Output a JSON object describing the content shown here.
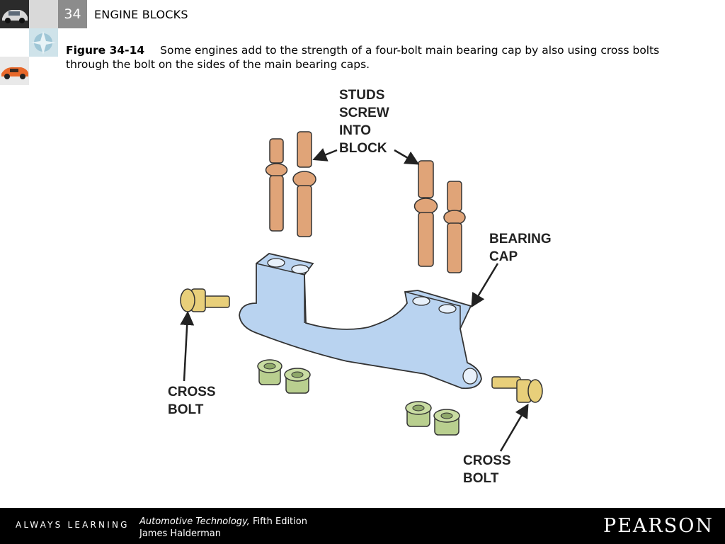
{
  "header": {
    "chapter_number": "34",
    "chapter_title": "ENGINE BLOCKS"
  },
  "caption": {
    "figure_label": "Figure 34-14",
    "text": "Some engines add to the strength of a four-bolt main bearing cap by also using cross bolts through the bolt on the sides of the main bearing caps."
  },
  "illustration": {
    "labels": {
      "studs_1": "STUDS",
      "studs_2": "SCREW",
      "studs_3": "INTO",
      "studs_4": "BLOCK",
      "bearing_1": "BEARING",
      "bearing_2": "CAP",
      "cross_left_1": "CROSS",
      "cross_left_2": "BOLT",
      "cross_right_1": "CROSS",
      "cross_right_2": "BOLT"
    },
    "colors": {
      "stud": "#e0a478",
      "cap": "#b9d3f0",
      "cross_bolt": "#e8cf7a",
      "nut": "#b9cf8f"
    }
  },
  "footer": {
    "tagline": "ALWAYS LEARNING",
    "book_title": "Automotive Technology,",
    "edition": " Fifth Edition",
    "author": "James Halderman",
    "publisher": "PEARSON"
  },
  "thumbnails": {
    "icons": [
      "car-photo-icon",
      "engine-part-photo-icon",
      "sports-car-photo-icon"
    ]
  }
}
